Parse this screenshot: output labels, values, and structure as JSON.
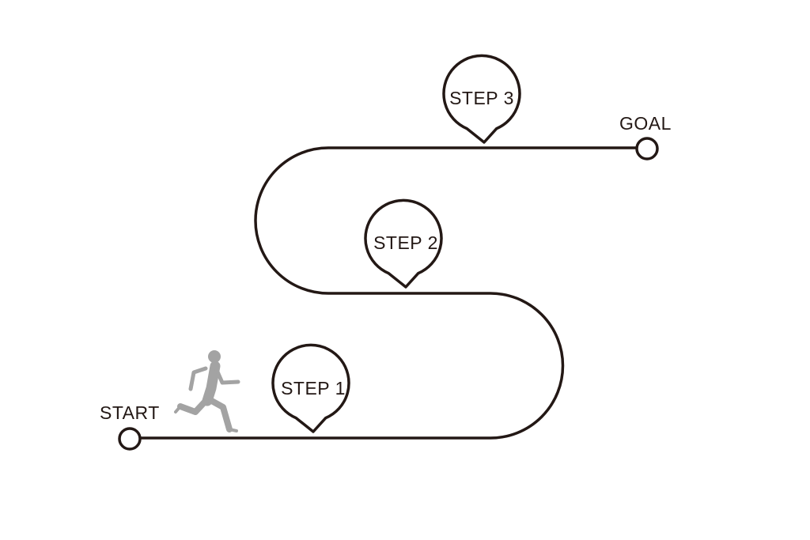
{
  "colors": {
    "line": "#231815",
    "runner": "#a3a3a3",
    "background": "#ffffff"
  },
  "labels": {
    "start": "START",
    "goal": "GOAL",
    "step1": "STEP 1",
    "step2": "STEP 2",
    "step3": "STEP 3"
  },
  "icons": {
    "runner": "running-person-icon"
  }
}
